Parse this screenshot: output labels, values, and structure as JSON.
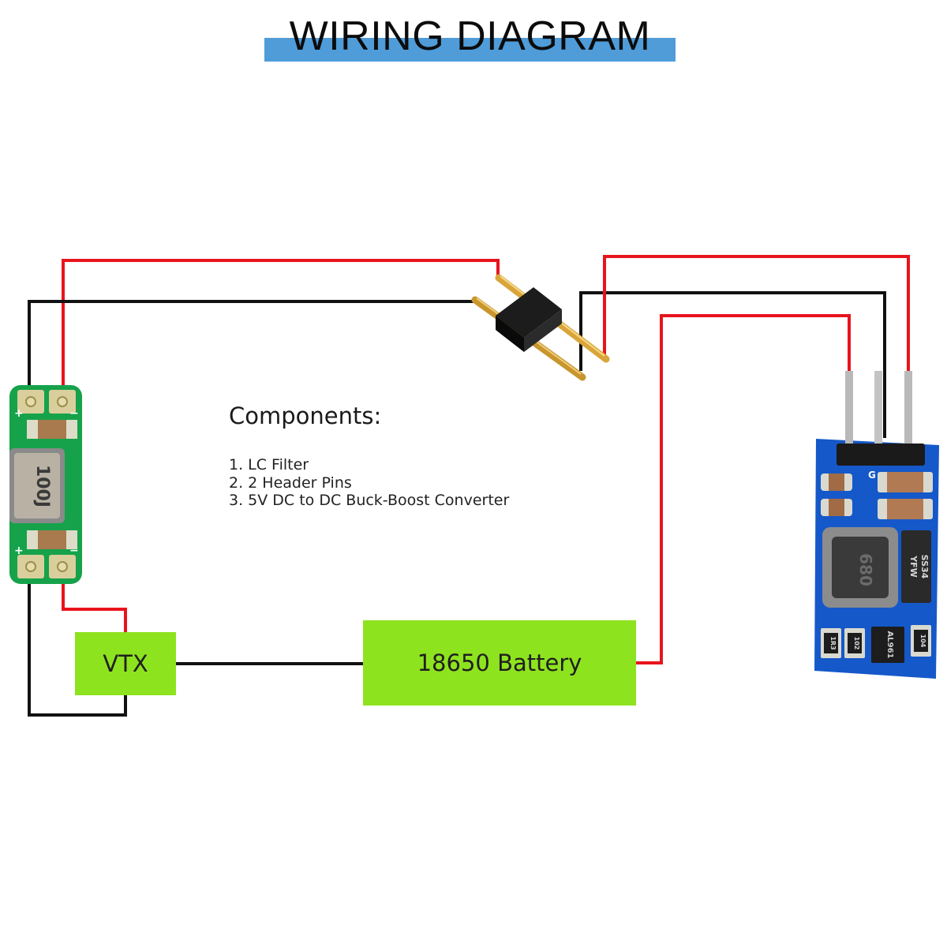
{
  "title": "WIRING DIAGRAM",
  "components": {
    "heading": "Components:",
    "items": [
      "1. LC Filter",
      "2. 2 Header Pins",
      "3. 5V DC to DC Buck-Boost Converter"
    ]
  },
  "blocks": {
    "vtx": "VTX",
    "battery": "18650 Battery"
  },
  "lc_filter": {
    "inductor_marking": "100J",
    "plus_label": "+",
    "minus_label": "−"
  },
  "converter": {
    "inductor_marking": "680",
    "diode_marking_1": "YFW",
    "diode_marking_2": "SS34",
    "ic_marking": "AL961",
    "pin_label_g": "G",
    "resistor_a": "1R3",
    "resistor_b": "102",
    "resistor_c": "104"
  },
  "colors": {
    "positive_wire": "#e8141c",
    "negative_wire": "#111111",
    "block_fill": "#8ee31f",
    "title_bar": "#4f9cd9",
    "lc_pcb": "#16a24a",
    "converter_pcb": "#1558c9"
  }
}
